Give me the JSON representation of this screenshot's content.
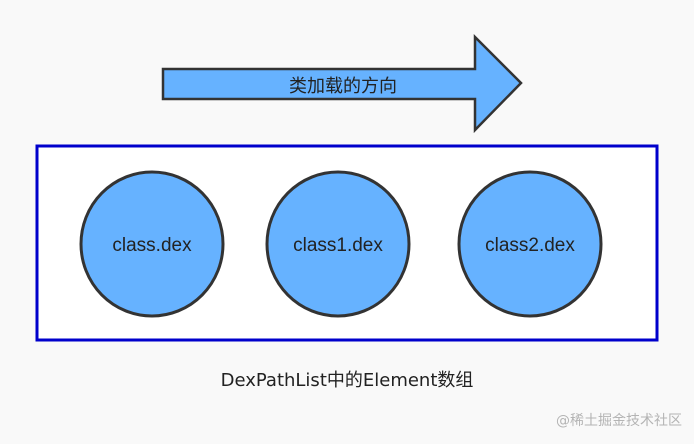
{
  "arrow": {
    "label": "类加载的方向",
    "fill": "#66b2ff",
    "stroke": "#333333"
  },
  "container": {
    "stroke": "#0000cc",
    "fill": "#ffffff"
  },
  "elements": [
    {
      "label": "class.dex"
    },
    {
      "label": "class1.dex"
    },
    {
      "label": "class2.dex"
    }
  ],
  "element_style": {
    "fill": "#66b2ff",
    "stroke": "#333333"
  },
  "caption": "DexPathList中的Element数组",
  "watermark": "@稀土掘金技术社区"
}
